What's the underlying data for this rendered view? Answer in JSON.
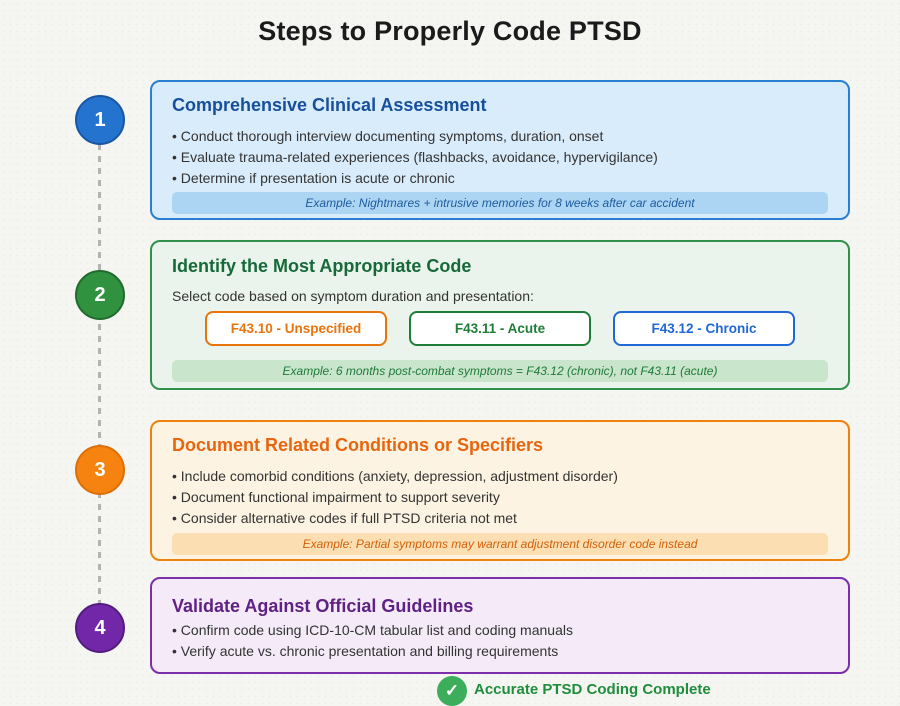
{
  "title": "Steps to Properly Code PTSD",
  "steps": [
    {
      "number": "1",
      "title": "Comprehensive Clinical Assessment",
      "bullets": [
        "• Conduct thorough interview documenting symptoms, duration, onset",
        "• Evaluate trauma-related experiences (flashbacks, avoidance, hypervigilance)",
        "• Determine if presentation is acute or chronic"
      ],
      "example": "Example: Nightmares + intrusive memories for 8 weeks after car accident",
      "colors": {
        "badge": "#2373cf",
        "badge_border": "#1757a3",
        "card_bg": "#d9ecfb",
        "card_border": "#2a7fd2",
        "title": "#174f9c",
        "example_bg": "#abd5f3",
        "example_text": "#1f5a9e"
      }
    },
    {
      "number": "2",
      "title": "Identify the Most Appropriate Code",
      "intro": "Select code based on symptom duration and presentation:",
      "codes": [
        {
          "label": "F43.10 - Unspecified",
          "color": "#e8740c"
        },
        {
          "label": "F43.11 - Acute",
          "color": "#1e7e38"
        },
        {
          "label": "F43.12 - Chronic",
          "color": "#2068d8"
        }
      ],
      "example": "Example: 6 months post-combat symptoms = F43.12 (chronic), not F43.11 (acute)",
      "colors": {
        "badge": "#30923f",
        "badge_border": "#206b2d",
        "card_bg": "#eaf4ec",
        "card_border": "#31904b",
        "title": "#17693a",
        "example_bg": "#c9e5cb",
        "example_text": "#1e7a3a"
      }
    },
    {
      "number": "3",
      "title": "Document Related Conditions or Specifiers",
      "bullets": [
        "• Include comorbid conditions (anxiety, depression, adjustment disorder)",
        "• Document functional impairment to support severity",
        "• Consider alternative codes if full PTSD criteria not met"
      ],
      "example": "Example: Partial symptoms may warrant adjustment disorder code instead",
      "colors": {
        "badge": "#f6830f",
        "badge_border": "#dd6f04",
        "card_bg": "#fdf3e2",
        "card_border": "#ee820e",
        "title": "#e8650f",
        "example_bg": "#fbdfb2",
        "example_text": "#d2600a"
      }
    },
    {
      "number": "4",
      "title": "Validate Against Official Guidelines",
      "bullets": [
        "• Confirm code using ICD-10-CM tabular list and coding manuals",
        "• Verify acute vs. chronic presentation and billing requirements"
      ],
      "colors": {
        "badge": "#7127a8",
        "badge_border": "#541c80",
        "card_bg": "#f4eaf8",
        "card_border": "#7b2fa8",
        "title": "#5f2183"
      }
    }
  ],
  "footer": {
    "check_glyph": "✓",
    "label": "Accurate PTSD Coding Complete",
    "check_bg": "#3cae5b",
    "label_color": "#1e8e3c"
  },
  "page": {
    "background": "#f5f5f2",
    "title_color": "#1b1b1b",
    "connector_color": "#b3b3b3"
  }
}
